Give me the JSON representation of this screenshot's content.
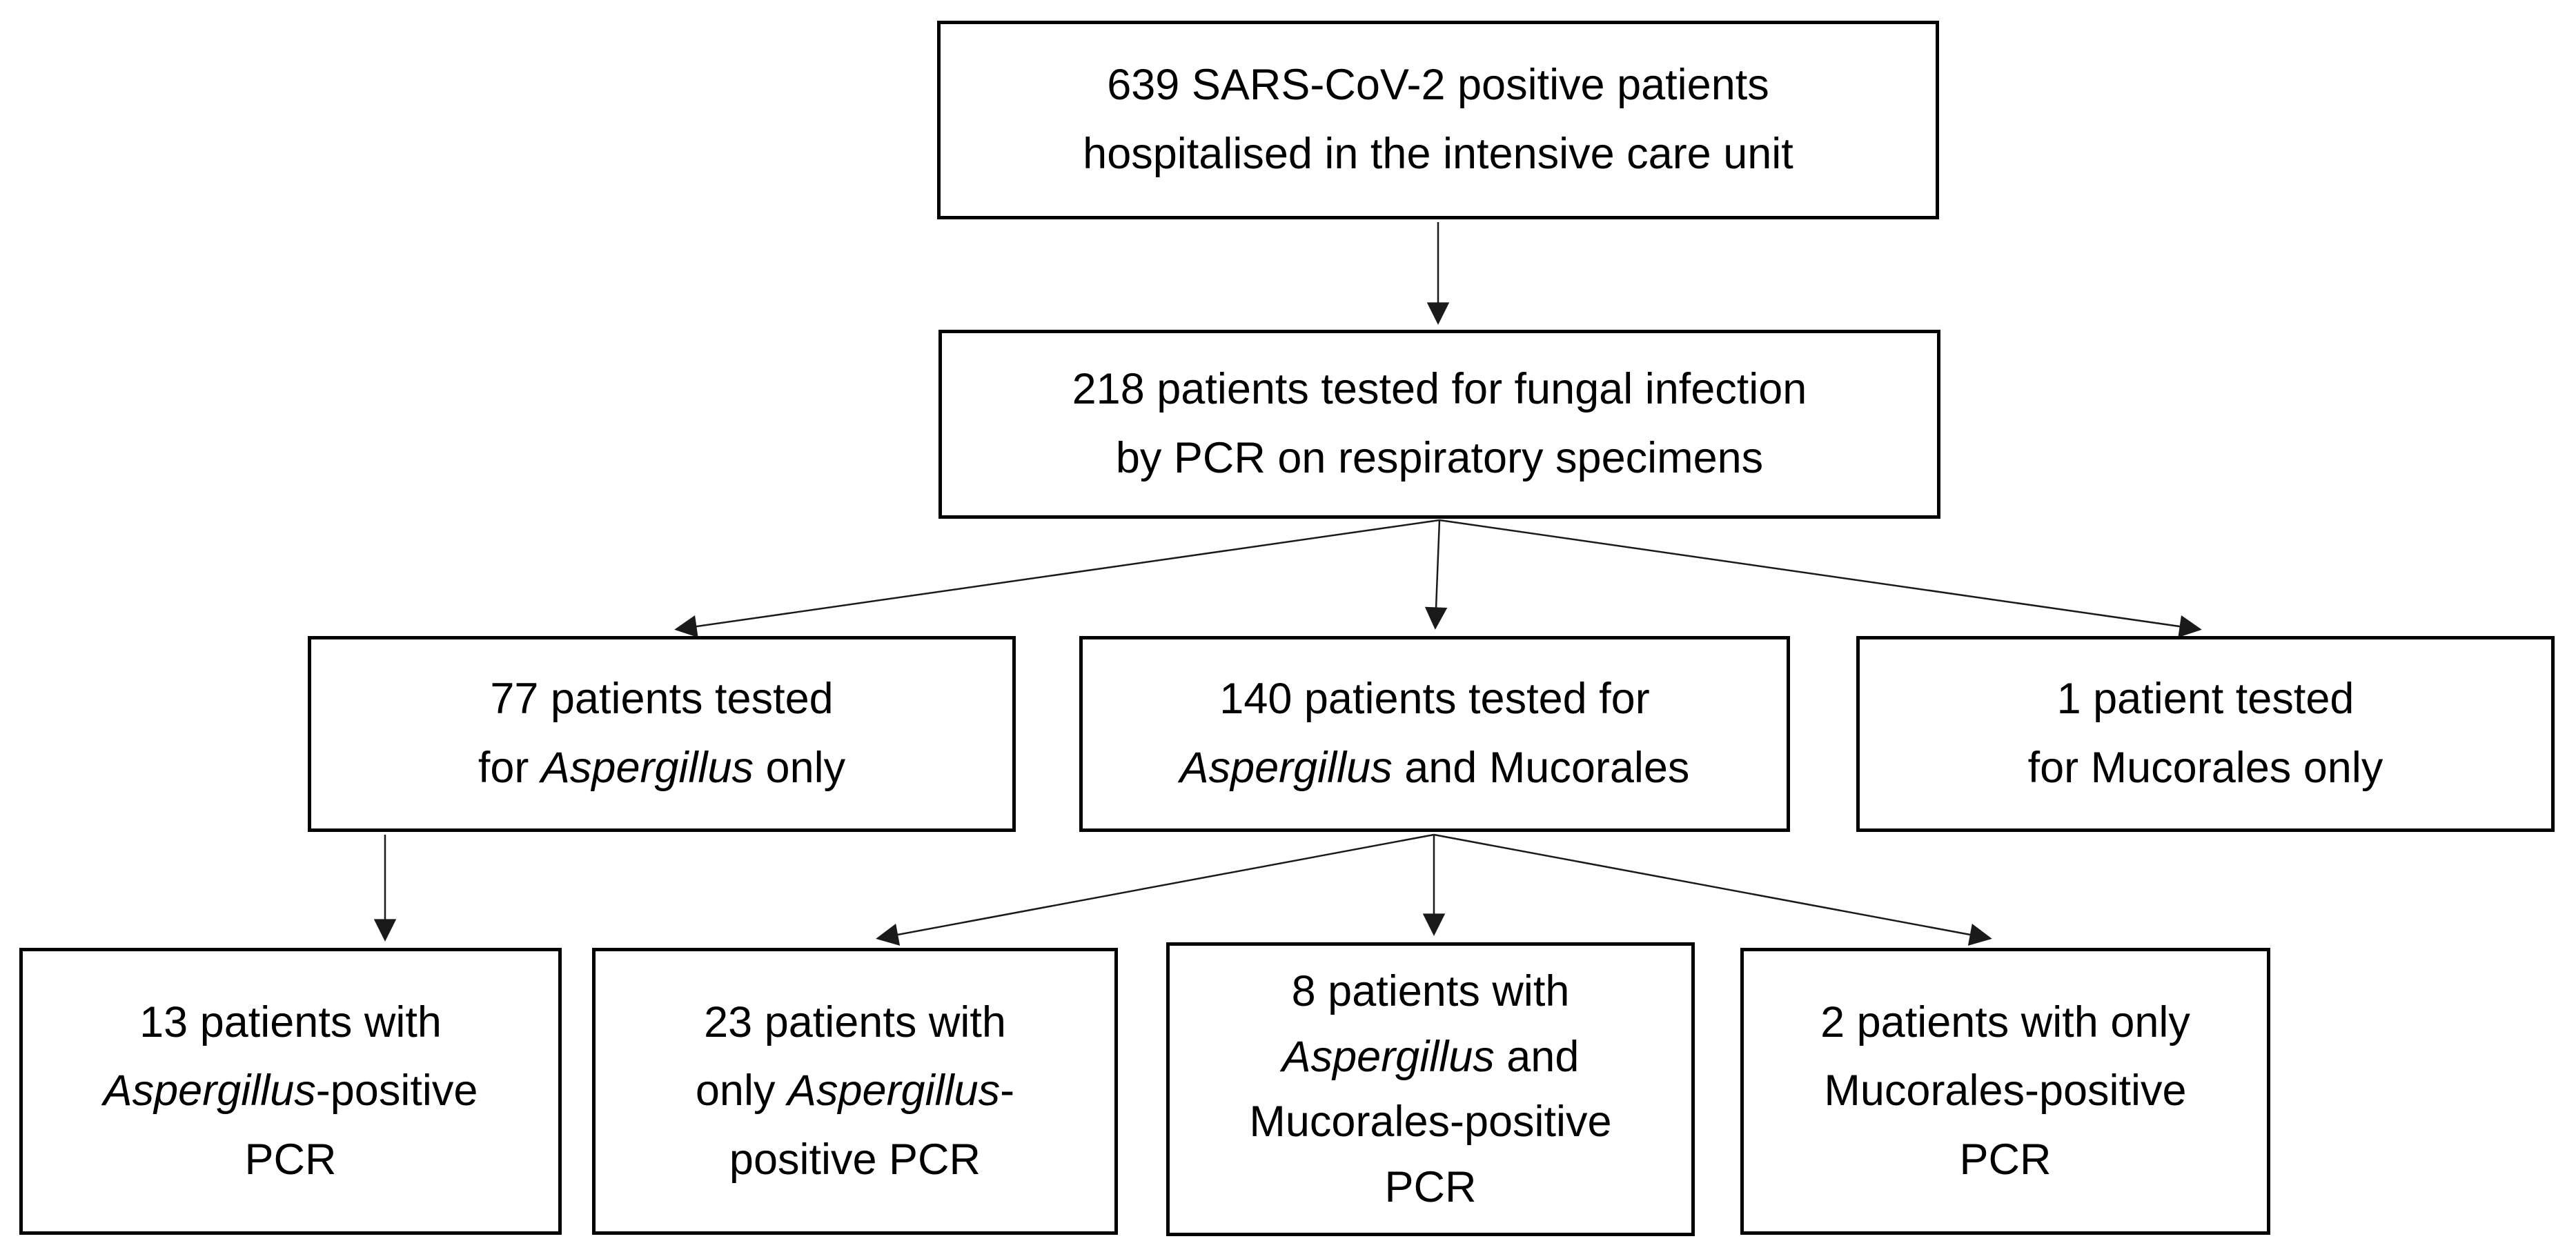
{
  "diagram": {
    "type": "flowchart",
    "background_color": "#ffffff",
    "box_border_color": "#000000",
    "text_color": "#000000",
    "arrow_color": "#1a1a1a"
  },
  "boxes": {
    "icu": {
      "lines": [
        [
          {
            "t": "639 SARS-CoV-2 positive patients",
            "i": false
          }
        ],
        [
          {
            "t": "hospitalised in the intensive care unit",
            "i": false
          }
        ]
      ]
    },
    "p218": {
      "lines": [
        [
          {
            "t": "218 patients tested for fungal infection",
            "i": false
          }
        ],
        [
          {
            "t": "by PCR on respiratory specimens",
            "i": false
          }
        ]
      ]
    },
    "asp77": {
      "lines": [
        [
          {
            "t": "77 patients tested",
            "i": false
          }
        ],
        [
          {
            "t": "for ",
            "i": false
          },
          {
            "t": "Aspergillus",
            "i": true
          },
          {
            "t": " only",
            "i": false
          }
        ]
      ]
    },
    "both140": {
      "lines": [
        [
          {
            "t": "140 patients tested for",
            "i": false
          }
        ],
        [
          {
            "t": "Aspergillus",
            "i": true
          },
          {
            "t": " and Mucorales",
            "i": false
          }
        ]
      ]
    },
    "muc1": {
      "lines": [
        [
          {
            "t": "1 patient tested",
            "i": false
          }
        ],
        [
          {
            "t": "for Mucorales only",
            "i": false
          }
        ]
      ]
    },
    "asp13": {
      "lines": [
        [
          {
            "t": "13 patients with",
            "i": false
          }
        ],
        [
          {
            "t": "Aspergillus",
            "i": true
          },
          {
            "t": "-positive",
            "i": false
          }
        ],
        [
          {
            "t": "PCR",
            "i": false
          }
        ]
      ]
    },
    "asp23": {
      "lines": [
        [
          {
            "t": "23 patients with",
            "i": false
          }
        ],
        [
          {
            "t": "only ",
            "i": false
          },
          {
            "t": "Aspergillus",
            "i": true
          },
          {
            "t": "-",
            "i": false
          }
        ],
        [
          {
            "t": "positive PCR",
            "i": false
          }
        ]
      ]
    },
    "both8": {
      "lines": [
        [
          {
            "t": "8 patients with",
            "i": false
          }
        ],
        [
          {
            "t": "Aspergillus",
            "i": true
          },
          {
            "t": " and",
            "i": false
          }
        ],
        [
          {
            "t": "Mucorales-positive",
            "i": false
          }
        ],
        [
          {
            "t": "PCR",
            "i": false
          }
        ]
      ]
    },
    "muc2": {
      "lines": [
        [
          {
            "t": "2 patients with only",
            "i": false
          }
        ],
        [
          {
            "t": "Mucorales-positive",
            "i": false
          }
        ],
        [
          {
            "t": "PCR",
            "i": false
          }
        ]
      ]
    }
  },
  "edges": [
    {
      "from": "icu",
      "to": "p218"
    },
    {
      "from": "p218",
      "to": "asp77"
    },
    {
      "from": "p218",
      "to": "both140"
    },
    {
      "from": "p218",
      "to": "muc1"
    },
    {
      "from": "asp77",
      "to": "asp13"
    },
    {
      "from": "both140",
      "to": "asp23"
    },
    {
      "from": "both140",
      "to": "both8"
    },
    {
      "from": "both140",
      "to": "muc2"
    }
  ]
}
